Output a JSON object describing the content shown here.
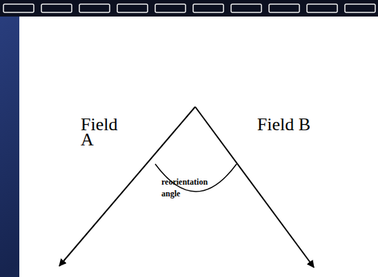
{
  "diagram": {
    "labels": [
      "Field A",
      "reorientation angle",
      "Field B"
    ]
  }
}
